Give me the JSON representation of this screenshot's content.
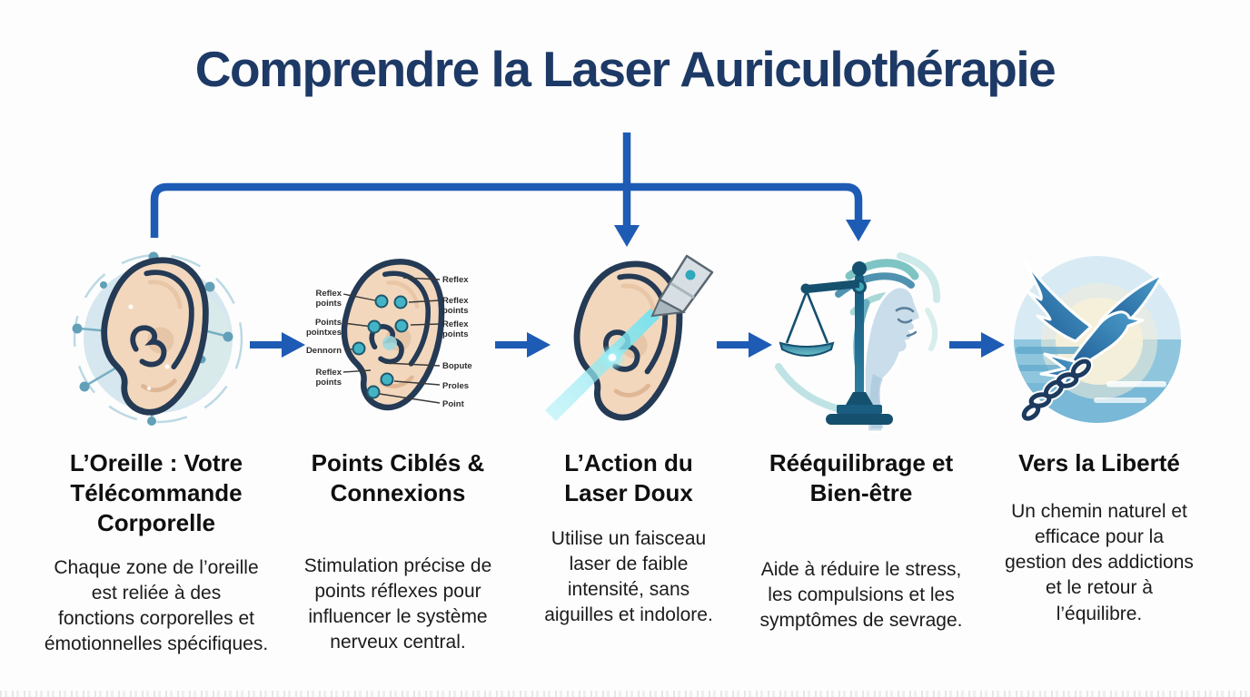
{
  "title": "Comprendre la Laser Auriculothérapie",
  "colors": {
    "title_navy": "#1d3966",
    "flow_blue": "#1e5bb4",
    "heading_text": "#0f0f0f",
    "body_text": "#1c1c1c",
    "reflex_dot_teal": "#43b4c6",
    "ear_skin": "#f2d7bd",
    "ear_outline": "#243a55",
    "laser_cyan": "#8ceaf4"
  },
  "steps": [
    {
      "icon": "ear-network-icon",
      "heading_lines": [
        "L’Oreille : Votre",
        "Télécommande",
        "Corporelle"
      ],
      "body_lines": [
        "Chaque zone de l’oreille",
        "est reliée à des",
        "fonctions corporelles et",
        "émotionnelles spécifiques."
      ]
    },
    {
      "icon": "ear-reflex-map-icon",
      "heading_lines": [
        "Points Ciblés &",
        "Connexions"
      ],
      "body_lines": [
        "Stimulation précise de",
        "points réflexes pour",
        "influencer le système",
        "nerveux central."
      ],
      "ear_labels_left": [
        [
          "Reflex",
          "points"
        ],
        [
          "Points",
          "pointxes"
        ],
        [
          "Dennorn"
        ],
        [
          "Reflex",
          "points"
        ]
      ],
      "ear_labels_right": [
        [
          "Reflex"
        ],
        [
          "Reflex",
          "points"
        ],
        [
          "Reflex",
          "points"
        ],
        [
          "Bopute"
        ],
        [
          "Proles"
        ],
        [
          "Point"
        ]
      ]
    },
    {
      "icon": "ear-laser-icon",
      "heading_lines": [
        "L’Action du",
        "Laser Doux"
      ],
      "body_lines": [
        "Utilise un faisceau",
        "laser de faible",
        "intensité, sans",
        "aiguilles et indolore."
      ]
    },
    {
      "icon": "balance-face-icon",
      "heading_lines": [
        "Rééquilibrage et",
        "Bien-être"
      ],
      "body_lines": [
        "Aide à réduire le stress,",
        "les compulsions et les",
        "symptômes de sevrage."
      ]
    },
    {
      "icon": "freedom-bird-icon",
      "heading_lines": [
        "Vers la Liberté"
      ],
      "body_lines": [
        "Un chemin naturel et",
        "efficace pour la",
        "gestion des addictions",
        "et le retour à",
        "l’équilibre."
      ]
    }
  ]
}
